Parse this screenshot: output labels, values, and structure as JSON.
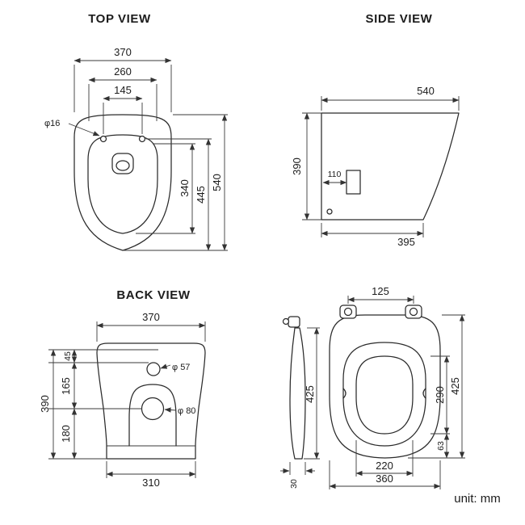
{
  "unit_label": "unit: mm",
  "views": {
    "top": {
      "title": "TOP VIEW",
      "dims": {
        "overall_width": "370",
        "seat_width": "260",
        "hole_spacing": "145",
        "hole_diameter": "φ16",
        "overall_depth": "540",
        "depth_to_holes": "445",
        "bowl_depth": "340"
      }
    },
    "side": {
      "title": "SIDE VIEW",
      "dims": {
        "top_depth": "540",
        "height": "390",
        "outlet_offset": "110",
        "bottom_depth": "395"
      }
    },
    "back": {
      "title": "BACK VIEW",
      "dims": {
        "top_width": "370",
        "height": "390",
        "upper_segment": "45",
        "middle_segment": "165",
        "lower_segment": "180",
        "inlet_diameter": "φ 57",
        "outlet_diameter": "φ 80",
        "bottom_width": "310"
      }
    },
    "seat": {
      "dims": {
        "hinge_spacing": "125",
        "profile_length": "425",
        "profile_thickness": "30",
        "overall_length": "425",
        "opening_length": "290",
        "front_edge": "63",
        "opening_width": "220",
        "overall_width": "360"
      }
    }
  }
}
